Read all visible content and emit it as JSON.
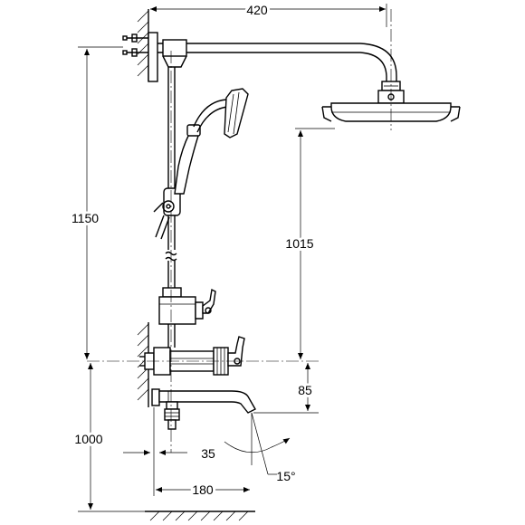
{
  "dimensions": {
    "arm_length": "420",
    "head_to_mixer": "1015",
    "total_height": "1150",
    "spout_offset": "85",
    "floor_to_mixer": "1000",
    "spout_wall_gap": "35",
    "spout_reach": "180",
    "spout_angle": "15°"
  }
}
